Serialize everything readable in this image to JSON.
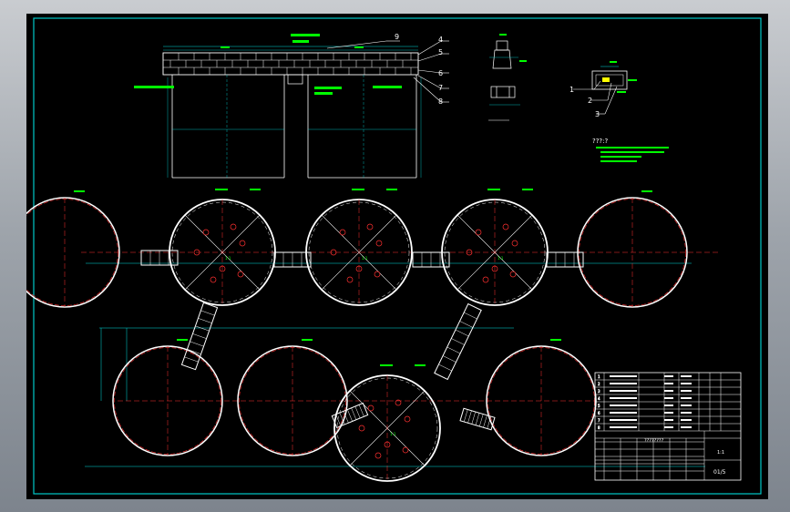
{
  "drawing": {
    "callouts_right": [
      "9",
      "4",
      "5",
      "6",
      "7",
      "8"
    ],
    "callouts_detail": [
      "1",
      "2",
      "3"
    ],
    "notes_heading": "???:?",
    "circle_small_label": "1:1",
    "title_block": {
      "scale": "1:1",
      "drawing_no": "01/5",
      "title_text": "????????",
      "rows": [
        "1",
        "2",
        "3",
        "4",
        "5",
        "6",
        "7",
        "8"
      ]
    }
  },
  "colors": {
    "background": "#000000",
    "frame": "#00c8c8",
    "circle_white": "#ffffff",
    "circle_red": "#ff3030",
    "annotation_green": "#00ff00",
    "dimension_cyan": "#00e0e0",
    "magenta_mark": "#ff00ff",
    "yellow_mark": "#ffff00"
  }
}
